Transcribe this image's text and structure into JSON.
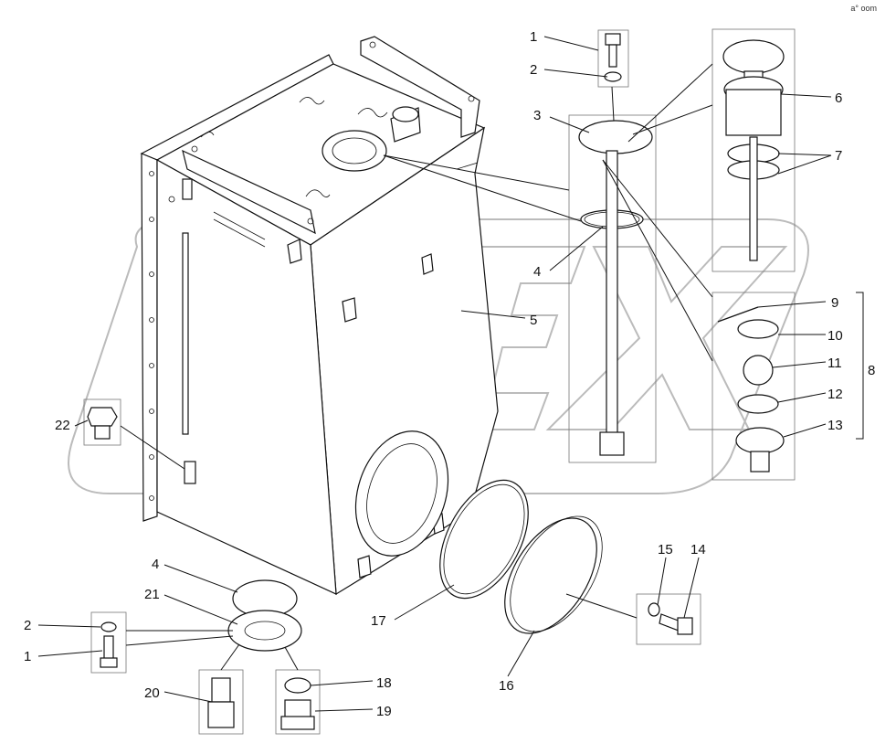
{
  "watermark": {
    "brand_text": "OPEX",
    "corner_text": "a° oom"
  },
  "callouts": [
    {
      "id": "c1-top",
      "text": "1"
    },
    {
      "id": "c2-top",
      "text": "2"
    },
    {
      "id": "c3",
      "text": "3"
    },
    {
      "id": "c4-top",
      "text": "4"
    },
    {
      "id": "c5",
      "text": "5"
    },
    {
      "id": "c6",
      "text": "6"
    },
    {
      "id": "c7",
      "text": "7"
    },
    {
      "id": "c8",
      "text": "8"
    },
    {
      "id": "c9",
      "text": "9"
    },
    {
      "id": "c10",
      "text": "10"
    },
    {
      "id": "c11",
      "text": "11"
    },
    {
      "id": "c12",
      "text": "12"
    },
    {
      "id": "c13",
      "text": "13"
    },
    {
      "id": "c14",
      "text": "14"
    },
    {
      "id": "c15",
      "text": "15"
    },
    {
      "id": "c16",
      "text": "16"
    },
    {
      "id": "c17",
      "text": "17"
    },
    {
      "id": "c18",
      "text": "18"
    },
    {
      "id": "c19",
      "text": "19"
    },
    {
      "id": "c20",
      "text": "20"
    },
    {
      "id": "c21",
      "text": "21"
    },
    {
      "id": "c22",
      "text": "22"
    },
    {
      "id": "c4-bottom",
      "text": "4"
    },
    {
      "id": "c2-bottom",
      "text": "2"
    },
    {
      "id": "c1-bottom",
      "text": "1"
    }
  ]
}
